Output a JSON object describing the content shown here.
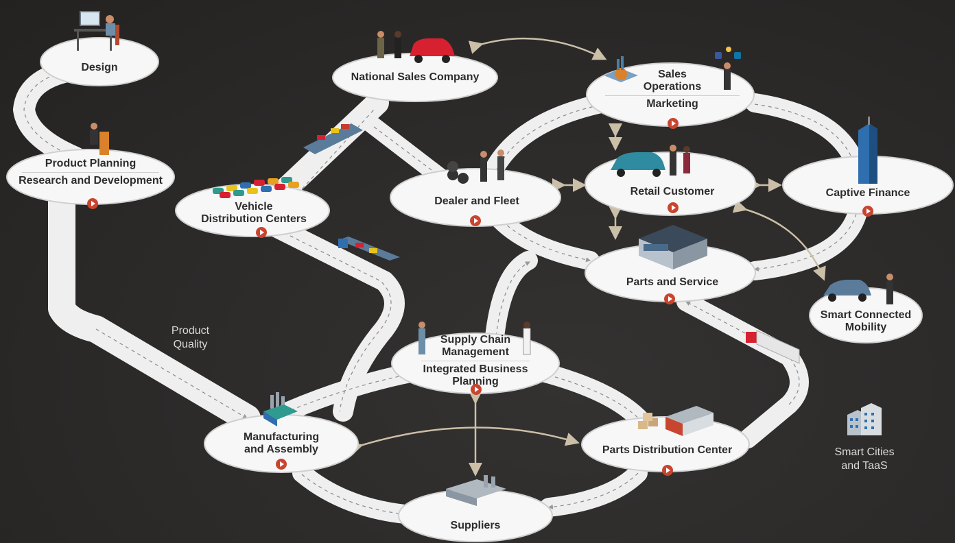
{
  "nodes": {
    "design": "Design",
    "product_planning": "Product Planning",
    "research_development": "Research and Development",
    "national_sales": "National Sales Company",
    "sales_operations": "Sales\nOperations",
    "marketing": "Marketing",
    "vehicle_distribution": "Vehicle\nDistribution Centers",
    "dealer_fleet": "Dealer and Fleet",
    "retail_customer": "Retail Customer",
    "captive_finance": "Captive Finance",
    "parts_service": "Parts and Service",
    "smart_connected": "Smart Connected\nMobility",
    "supply_chain": "Supply Chain\nManagement",
    "integrated_planning": "Integrated Business\nPlanning",
    "manufacturing": "Manufacturing\nand Assembly",
    "parts_distribution": "Parts Distribution Center",
    "suppliers": "Suppliers"
  },
  "floating": {
    "product_quality": "Product\nQuality",
    "smart_cities": "Smart Cities\nand TaaS"
  },
  "colors": {
    "background": "#2b2928",
    "road": "#f2f2f2",
    "play": "#c8452f"
  }
}
